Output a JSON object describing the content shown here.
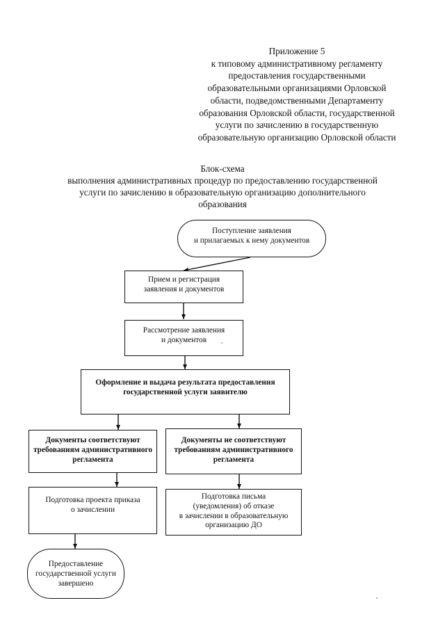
{
  "appendix": {
    "lines": [
      "Приложение 5",
      "к типовому административному регламенту",
      "предоставления государственными",
      "образовательными организациями Орловской",
      "области, подведомственными Департаменту",
      "образования Орловской области, государственной",
      "услуги по зачислению в государственную",
      "образовательную организацию Орловской области"
    ]
  },
  "title": {
    "lines": [
      "Блок-схема",
      "выполнения административных процедур по предоставлению государственной",
      "услуги по зачислению в образовательную организацию дополнительного",
      "образования"
    ]
  },
  "flowchart": {
    "start": [
      "Поступление заявления",
      "и прилагаемых к нему документов"
    ],
    "reception": [
      "Прием и регистрация",
      "заявления и документов"
    ],
    "review": [
      "Рассмотрение заявления",
      "и документов"
    ],
    "issue": [
      "Оформление и выдача результата предоставления",
      "государственной услуги заявителю"
    ],
    "compliant": [
      "Документы соответствуют",
      "требованиям административного",
      "регламента"
    ],
    "noncompliant": [
      "Документы не соответствуют",
      "требованиям административного",
      "регламента"
    ],
    "order_draft": [
      "Подготовка проекта приказа",
      "о зачислении"
    ],
    "refusal_letter": [
      "Подготовка письма",
      "(уведомления) об отказе",
      "в зачислении в образовательную",
      "организацию ДО"
    ],
    "end": [
      "Предоставление",
      "государственной услуги",
      "завершено"
    ]
  }
}
